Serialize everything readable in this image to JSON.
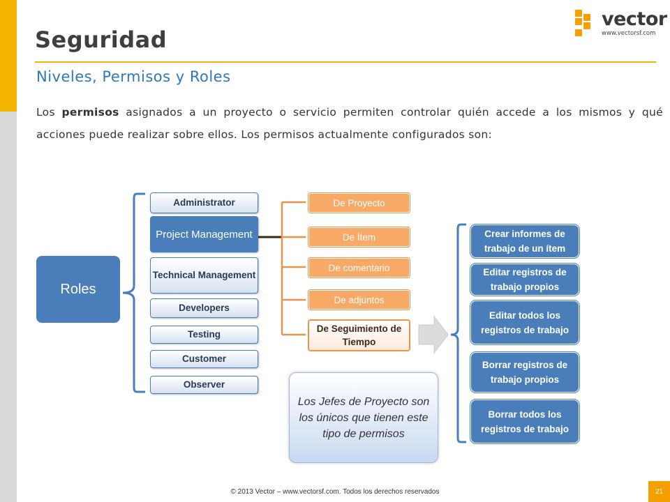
{
  "header": {
    "title": "Seguridad",
    "subtitle": "Niveles, Permisos y Roles",
    "intro_before": "Los ",
    "intro_bold": "permisos",
    "intro_after": " asignados a un proyecto o servicio permiten controlar quién accede a los mismos y qué acciones puede realizar sobre ellos. Los permisos actualmente configurados son:"
  },
  "logo": {
    "word": "vector",
    "url": "www.vectorsf.com"
  },
  "diagram": {
    "root": "Roles",
    "roles": [
      {
        "label": "Administrator"
      },
      {
        "label": "Project Management"
      },
      {
        "label": "Technical Management"
      },
      {
        "label": "Developers"
      },
      {
        "label": "Testing"
      },
      {
        "label": "Customer"
      },
      {
        "label": "Observer"
      }
    ],
    "permissions": [
      {
        "label": "De Proyecto"
      },
      {
        "label": "De Ítem"
      },
      {
        "label": "De comentario"
      },
      {
        "label": "De adjuntos"
      },
      {
        "label": "De Seguimiento de Tiempo"
      }
    ],
    "actions": [
      {
        "label": "Crear informes de trabajo de un ítem"
      },
      {
        "label": "Editar registros de trabajo propios"
      },
      {
        "label": "Editar todos los registros de trabajo"
      },
      {
        "label": "Borrar registros de trabajo propios"
      },
      {
        "label": "Borrar todos los registros de trabajo"
      }
    ],
    "note": "Los Jefes de Proyecto son los únicos que tienen este tipo de permisos"
  },
  "footer": {
    "copyright": "© 2013 Vector – www.vectorsf.com. Todos los derechos reservados",
    "page_number": "21"
  },
  "colors": {
    "accent": "#f5b400",
    "blue": "#4a7ebb",
    "orange": "#f8a965"
  }
}
